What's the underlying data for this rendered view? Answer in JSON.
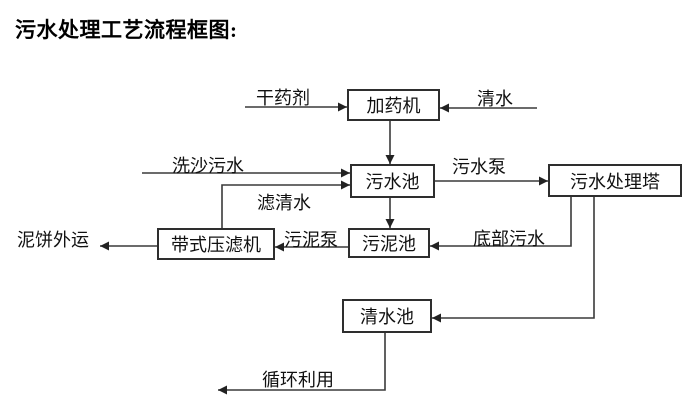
{
  "title": "污水处理工艺流程框图:",
  "nodes": {
    "dosing_machine": "加药机",
    "sewage_pool": "污水池",
    "treatment_tower": "污水处理塔",
    "sludge_pool": "污泥池",
    "belt_filter_press": "带式压滤机",
    "clear_water_pool": "清水池"
  },
  "edge_labels": {
    "dry_agent": "干药剂",
    "clean_water": "清水",
    "sand_washing_sewage": "洗沙污水",
    "filtered_water": "滤清水",
    "sewage_pump": "污水泵",
    "sludge_pump": "污泥泵",
    "mud_cake_outbound": "泥饼外运",
    "bottom_sewage": "底部污水",
    "recycle_use": "循环利用"
  },
  "edges": [
    {
      "label": "干药剂",
      "to": "加药机"
    },
    {
      "label": "清水",
      "to": "加药机"
    },
    {
      "from": "加药机",
      "to": "污水池"
    },
    {
      "label": "洗沙污水",
      "to": "污水池"
    },
    {
      "from": "带式压滤机",
      "label": "滤清水",
      "to": "污水池"
    },
    {
      "from": "污水池",
      "label": "污水泵",
      "to": "污水处理塔"
    },
    {
      "from": "污水池",
      "to": "污泥池"
    },
    {
      "from": "污水处理塔",
      "label": "底部污水",
      "to": "污泥池"
    },
    {
      "from": "污泥池",
      "label": "污泥泵",
      "to": "带式压滤机"
    },
    {
      "from": "带式压滤机",
      "label": "泥饼外运"
    },
    {
      "from": "污水处理塔",
      "to": "清水池"
    },
    {
      "from": "清水池",
      "label": "循环利用"
    }
  ],
  "colors": {
    "background": "#ffffff",
    "line": "#3a3a3a",
    "text": "#111111",
    "box_border": "#2e2e2e"
  }
}
